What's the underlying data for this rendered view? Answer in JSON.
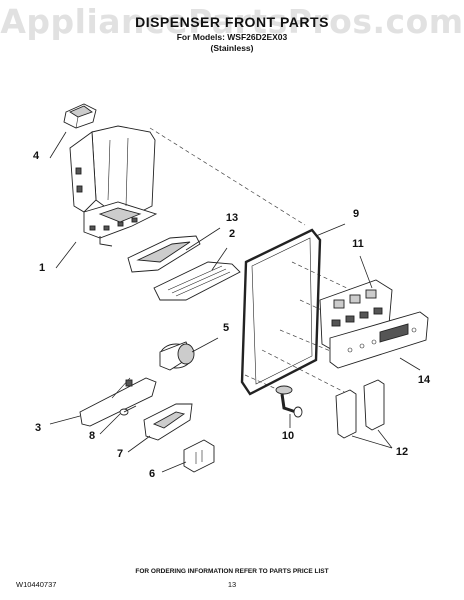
{
  "watermark": "AppliancePartsPros.com",
  "header": {
    "title": "DISPENSER FRONT PARTS",
    "model_line": "For Models: WSF26D2EX03",
    "finish": "(Stainless)"
  },
  "callouts": [
    "1",
    "2",
    "3",
    "4",
    "5",
    "6",
    "7",
    "8",
    "9",
    "10",
    "11",
    "12",
    "13",
    "14"
  ],
  "footer": {
    "ordering_note": "FOR ORDERING INFORMATION REFER TO PARTS PRICE LIST",
    "doc_id": "W10440737",
    "page_number": "13"
  }
}
